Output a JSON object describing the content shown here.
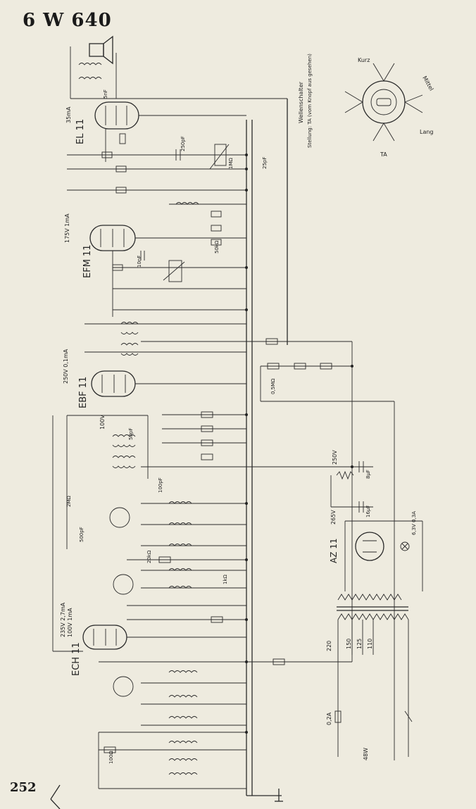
{
  "title": "6 W 640",
  "page_number": "252",
  "tubes": {
    "el11": "EL 11",
    "efm11": "EFM 11",
    "ebf11": "EBF 11",
    "ech11": "ECH 11",
    "az11": "AZ 11"
  },
  "notes": {
    "wellenschalter": "Wellenschalter",
    "stellung": "Stellung: TA (vom Knopf aus gesehen)"
  },
  "switch_labels": {
    "ukw": "Kurz",
    "mittel": "Mittel",
    "lang": "Lang",
    "ta": "TA"
  },
  "currents": {
    "el11_anode": "35mA",
    "efm11_anode": "175V 1mA",
    "ebf11_anode": "250V 0,1mA",
    "ech11_anode": "235V 2,7mA",
    "ech11_osc": "100V 1mA",
    "az11_out": "265V",
    "hv": "250V",
    "ebf_grid": "100V"
  },
  "component_labels": {
    "c1": "5nF",
    "c2": "250pF",
    "c3": "10nF",
    "c4": "50pF",
    "c5": "100pF",
    "c6": "25pF",
    "c7": "500pF",
    "c8": "8μF",
    "c9": "16μF",
    "r1": "1MΩ",
    "r2": "2MΩ",
    "r3": "0,5MΩ",
    "r4": "50kΩ",
    "r5": "100Ω",
    "r6": "20kΩ",
    "r7": "1kΩ"
  },
  "mains": {
    "v220": "220",
    "v150": "150",
    "v125": "125",
    "v110": "110",
    "fuse": "0,2A",
    "power": "48W",
    "lamp": "6,3V 0,3A"
  }
}
